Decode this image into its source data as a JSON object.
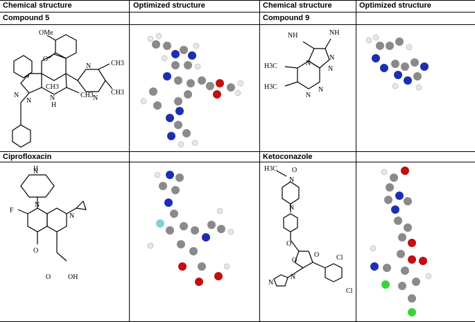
{
  "table": {
    "headers": [
      "Chemical structure",
      "Optimized structure",
      "Chemical structure",
      "Optimized structure"
    ]
  },
  "rows": [
    {
      "left_label": "Compound 5",
      "right_label": "Compound 9"
    },
    {
      "left_label": "Ciprofloxacin",
      "right_label": "Ketoconazole"
    }
  ],
  "structures": {
    "compound5": {
      "atoms": [
        "OMe",
        "O",
        "CH3",
        "N",
        "N",
        "CH3",
        "N",
        "N",
        "CH3",
        "N",
        "H",
        "CH3"
      ]
    },
    "compound9": {
      "atoms": [
        "NH",
        "NH",
        "N",
        "N",
        "N",
        "H3C",
        "H3C",
        "N",
        "N"
      ]
    },
    "ciprofloxacin": {
      "atoms": [
        "N",
        "N",
        "H",
        "F",
        "N",
        "O",
        "O",
        "OH"
      ]
    },
    "ketoconazole": {
      "atoms": [
        "H3C",
        "O",
        "N",
        "N",
        "O",
        "O",
        "O",
        "Cl",
        "N",
        "N",
        "Cl"
      ]
    }
  },
  "colors": {
    "carbon": "#8a8a8a",
    "hydrogen": "#e8e8e8",
    "nitrogen": "#1b2fb0",
    "oxygen": "#c01010",
    "fluorine": "#7fd3d8",
    "chlorine": "#3cd23c",
    "border": "#000000"
  }
}
